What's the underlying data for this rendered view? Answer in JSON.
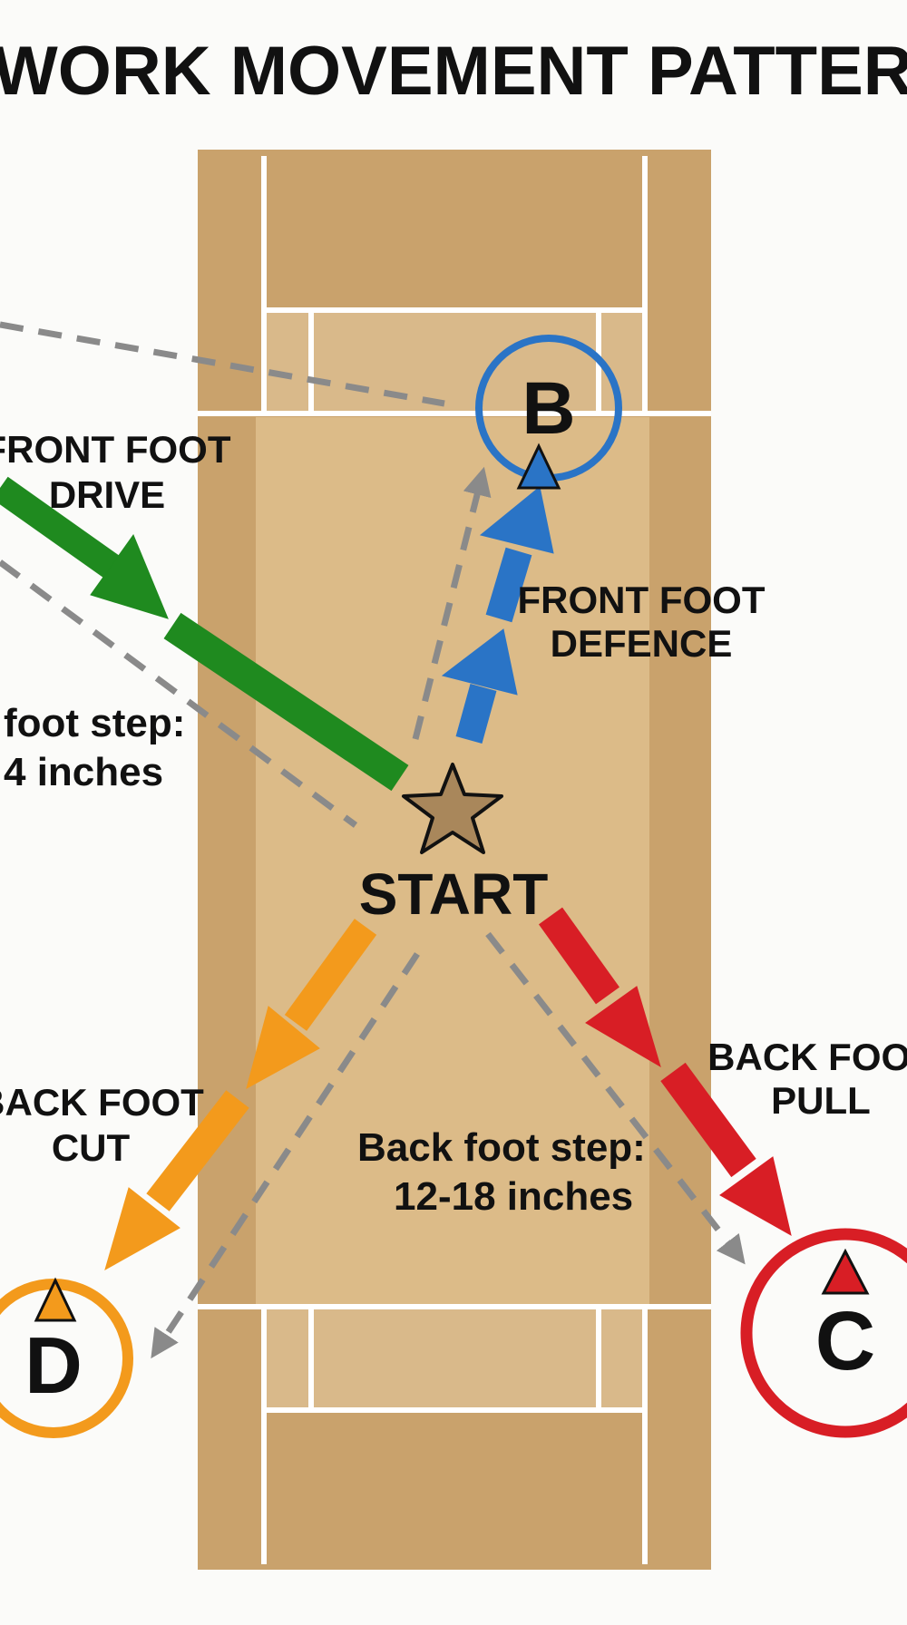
{
  "title": "WORK MOVEMENT PATTERNS - FOU",
  "start_label": "START",
  "markers": {
    "b": {
      "letter": "B",
      "color": "#2a74c6"
    },
    "c": {
      "letter": "C",
      "color": "#d81e25"
    },
    "d": {
      "letter": "D",
      "color": "#f39a1c"
    }
  },
  "moves": {
    "front_foot_drive": {
      "line1": "FRONT FOOT",
      "line2": "DRIVE",
      "color": "#1f8a1f"
    },
    "front_foot_defence": {
      "line1": "FRONT FOOT",
      "line2": "DEFENCE",
      "color": "#2a74c6"
    },
    "back_foot_pull": {
      "line1": "BACK FOOT",
      "line2": "PULL",
      "color": "#d81e25"
    },
    "back_foot_cut": {
      "line1": "BACK FOOT",
      "line2": "CUT",
      "color": "#f39a1c"
    }
  },
  "notes": {
    "front_step": {
      "line1": "foot step:",
      "line2": "4 inches"
    },
    "back_step": {
      "line1": "Back foot step:",
      "line2": "12-18 inches"
    }
  },
  "colors": {
    "pitch": "#c9a26c",
    "pitch_center": "#dcbb88",
    "crease": "#ffffff",
    "dashed": "#8a8a8a",
    "start_star": "#a9875b"
  }
}
